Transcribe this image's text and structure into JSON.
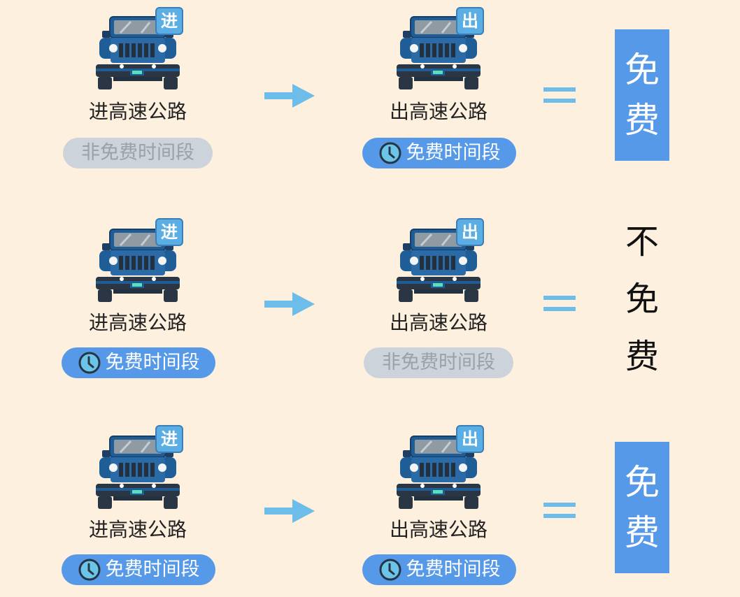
{
  "colors": {
    "background": "#fdf0df",
    "free_blue": "#5599e8",
    "off_gray": "#ccd3db",
    "arrow": "#6cbde9",
    "car": "#1f5d96"
  },
  "rows": [
    {
      "entry": {
        "badge": "进",
        "label": "进高速公路",
        "period": "非免费时间段",
        "period_free": false
      },
      "exit": {
        "badge": "出",
        "label": "出高速公路",
        "period": "免费时间段",
        "period_free": true
      },
      "result": {
        "chars": [
          "免",
          "费"
        ],
        "free": true
      }
    },
    {
      "entry": {
        "badge": "进",
        "label": "进高速公路",
        "period": "免费时间段",
        "period_free": true
      },
      "exit": {
        "badge": "出",
        "label": "出高速公路",
        "period": "非免费时间段",
        "period_free": false
      },
      "result": {
        "chars": [
          "不",
          "免",
          "费"
        ],
        "free": false
      }
    },
    {
      "entry": {
        "badge": "进",
        "label": "进高速公路",
        "period": "免费时间段",
        "period_free": true
      },
      "exit": {
        "badge": "出",
        "label": "出高速公路",
        "period": "免费时间段",
        "period_free": true
      },
      "result": {
        "chars": [
          "免",
          "费"
        ],
        "free": true
      }
    }
  ]
}
